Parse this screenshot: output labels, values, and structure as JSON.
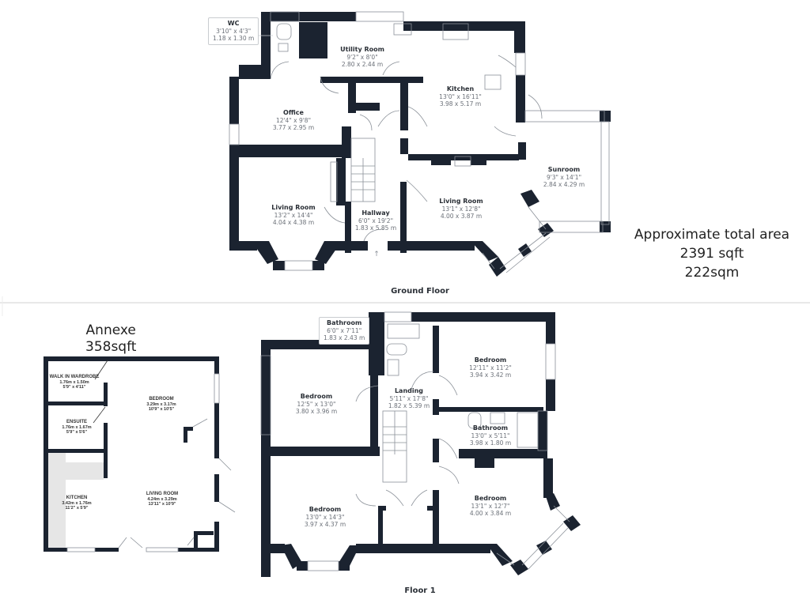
{
  "colors": {
    "wall": "#1b2330",
    "window": "#ffffff",
    "divider": "#d9d9d9",
    "kitchen_counter": "#e6e6e6"
  },
  "summary": {
    "line1": "Approximate total area",
    "line2": "2391 sqft",
    "line3": "222sqm"
  },
  "ground_floor": {
    "title": "Ground Floor",
    "rooms": [
      {
        "name": "WC",
        "imperial": "3'10\" x 4'3\"",
        "metric": "1.18 x 1.30 m"
      },
      {
        "name": "Utility Room",
        "imperial": "9'2\" x 8'0\"",
        "metric": "2.80 x 2.44 m"
      },
      {
        "name": "Kitchen",
        "imperial": "13'0\" x 16'11\"",
        "metric": "3.98 x 5.17 m"
      },
      {
        "name": "Office",
        "imperial": "12'4\" x 9'8\"",
        "metric": "3.77 x 2.95 m"
      },
      {
        "name": "Sunroom",
        "imperial": "9'3\" x 14'1\"",
        "metric": "2.84 x 4.29 m"
      },
      {
        "name": "Living Room",
        "imperial": "13'2\" x 14'4\"",
        "metric": "4.04 x 4.38 m"
      },
      {
        "name": "Hallway",
        "imperial": "6'0\" x 19'2\"",
        "metric": "1.83 x 5.85 m"
      },
      {
        "name": "Living Room",
        "imperial": "13'1\" x 12'8\"",
        "metric": "4.00 x 3.87 m"
      }
    ]
  },
  "floor_1": {
    "title": "Floor 1",
    "rooms": [
      {
        "name": "Bathroom",
        "imperial": "6'0\" x 7'11\"",
        "metric": "1.83 x 2.43 m"
      },
      {
        "name": "Bedroom",
        "imperial": "12'11\" x 11'2\"",
        "metric": "3.94 x 3.42 m"
      },
      {
        "name": "Landing",
        "imperial": "5'11\" x 17'8\"",
        "metric": "1.82 x 5.39 m"
      },
      {
        "name": "Bedroom",
        "imperial": "12'5\" x 13'0\"",
        "metric": "3.80 x 3.96 m"
      },
      {
        "name": "Bathroom",
        "imperial": "13'0\" x 5'11\"",
        "metric": "3.98 x 1.80 m"
      },
      {
        "name": "Bedroom",
        "imperial": "13'0\" x 14'3\"",
        "metric": "3.97 x 4.37 m"
      },
      {
        "name": "Bedroom",
        "imperial": "13'1\" x 12'7\"",
        "metric": "4.00 x 3.84 m"
      }
    ]
  },
  "annexe": {
    "title": "Annexe",
    "area": "358sqft",
    "rooms": [
      {
        "name": "WALK IN WARDROBE",
        "metric": "1.76m  x 1.50m",
        "imperial": "5'9\"  x 4'11\""
      },
      {
        "name": "BEDROOM",
        "metric": "3.29m  x 3.17m",
        "imperial": "10'9\"  x 10'5\""
      },
      {
        "name": "ENSUITE",
        "metric": "1.76m  x 1.67m",
        "imperial": "5'9\"  x 5'6\""
      },
      {
        "name": "KITCHEN",
        "metric": "3.42m  x 1.76m",
        "imperial": "11'2\"  x 5'9\""
      },
      {
        "name": "LIVING ROOM",
        "metric": "4.24m  x 3.29m",
        "imperial": "13'11\"  x 10'9\""
      }
    ]
  }
}
